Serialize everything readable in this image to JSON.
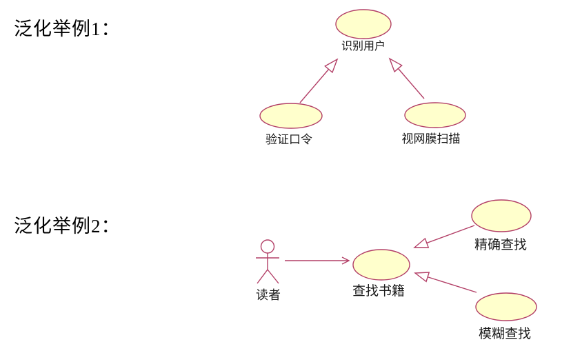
{
  "page": {
    "background": "#ffffff"
  },
  "colors": {
    "shape_fill": "#ffffcc",
    "shape_stroke": "#b23e66",
    "label_color": "#1a1a1a",
    "title_color": "#000000"
  },
  "example1": {
    "title": "泛化举例1：",
    "parent_usecase": "识别用户",
    "child_usecases": [
      "验证口令",
      "视网膜扫描"
    ]
  },
  "example2": {
    "title": "泛化举例2：",
    "actor": "读者",
    "parent_usecase": "查找书籍",
    "child_usecases": [
      "精确查找",
      "模糊查找"
    ]
  }
}
